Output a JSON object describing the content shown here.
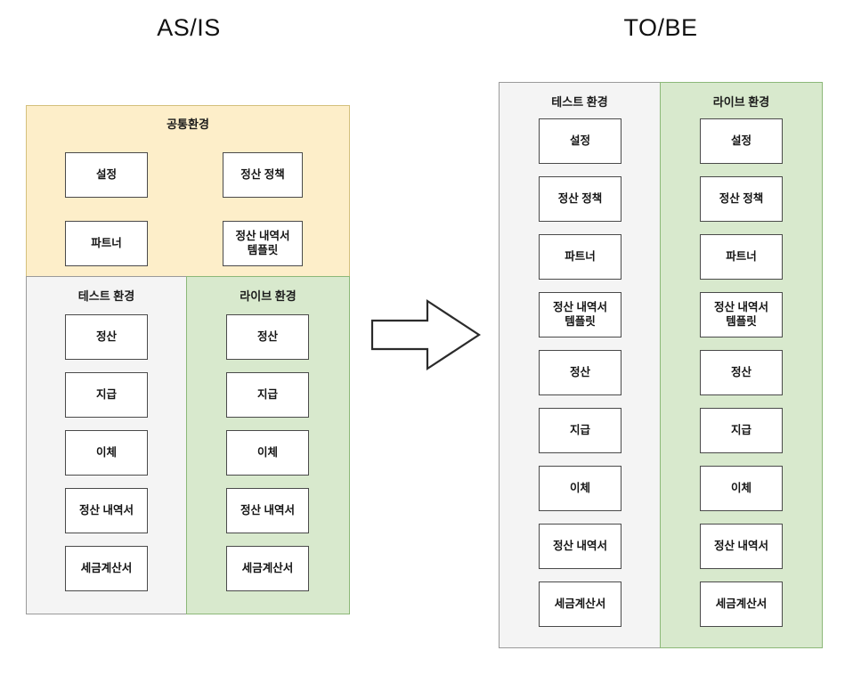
{
  "diagrams": [
    {
      "title": "AS/IS",
      "sections": [
        {
          "key": "common",
          "label": "공통환경",
          "color": "#fdeec9",
          "border": "#d4c07c",
          "nodes": [
            "설정",
            "정산 정책",
            "파트너",
            "정산 내역서\n템플릿"
          ]
        },
        {
          "key": "test",
          "label": "테스트 환경",
          "color": "#f4f4f4",
          "border": "#9a9a9a",
          "nodes": [
            "정산",
            "지급",
            "이체",
            "정산 내역서",
            "세금계산서"
          ]
        },
        {
          "key": "live",
          "label": "라이브 환경",
          "color": "#d8e9cd",
          "border": "#8cb878",
          "nodes": [
            "정산",
            "지급",
            "이체",
            "정산 내역서",
            "세금계산서"
          ]
        }
      ]
    },
    {
      "title": "TO/BE",
      "sections": [
        {
          "key": "test",
          "label": "테스트 환경",
          "color": "#f4f4f4",
          "border": "#9a9a9a",
          "nodes": [
            "설정",
            "정산 정책",
            "파트너",
            "정산 내역서\n템플릿",
            "정산",
            "지급",
            "이체",
            "정산 내역서",
            "세금계산서"
          ]
        },
        {
          "key": "live",
          "label": "라이브 환경",
          "color": "#d8e9cd",
          "border": "#8cb878",
          "nodes": [
            "설정",
            "정산 정책",
            "파트너",
            "정산 내역서\n템플릿",
            "정산",
            "지급",
            "이체",
            "정산 내역서",
            "세금계산서"
          ]
        }
      ]
    }
  ],
  "arrow": {
    "name": "right-arrow",
    "direction": "right",
    "stroke": "#2b2b2b"
  }
}
